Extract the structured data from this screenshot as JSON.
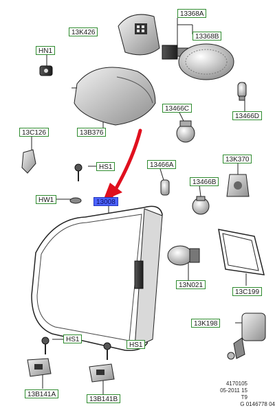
{
  "callouts": {
    "13368A": "13368A",
    "13K426": "13K426",
    "13368B": "13368B",
    "HN1": "HN1",
    "13466C": "13466C",
    "13466D": "13466D",
    "13B376": "13B376",
    "13C126": "13C126",
    "13K370": "13K370",
    "HS1_top": "HS1",
    "13466A": "13466A",
    "13466B": "13466B",
    "HW1": "HW1",
    "13008": "13008",
    "13N021": "13N021",
    "13C199": "13C199",
    "13K198": "13K198",
    "HS1_left": "HS1",
    "HS1_mid": "HS1",
    "13B141A": "13B141A",
    "13B141B": "13B141B"
  },
  "footer": {
    "line1": "4170105",
    "line2": "05-2011 15",
    "line3": "T9",
    "line4": "G 0146778 04"
  },
  "colors": {
    "callout_border": "#2e8b2e",
    "selected_fill": "#4c63ff",
    "arrow": "#e0101e",
    "line": "#222222"
  }
}
